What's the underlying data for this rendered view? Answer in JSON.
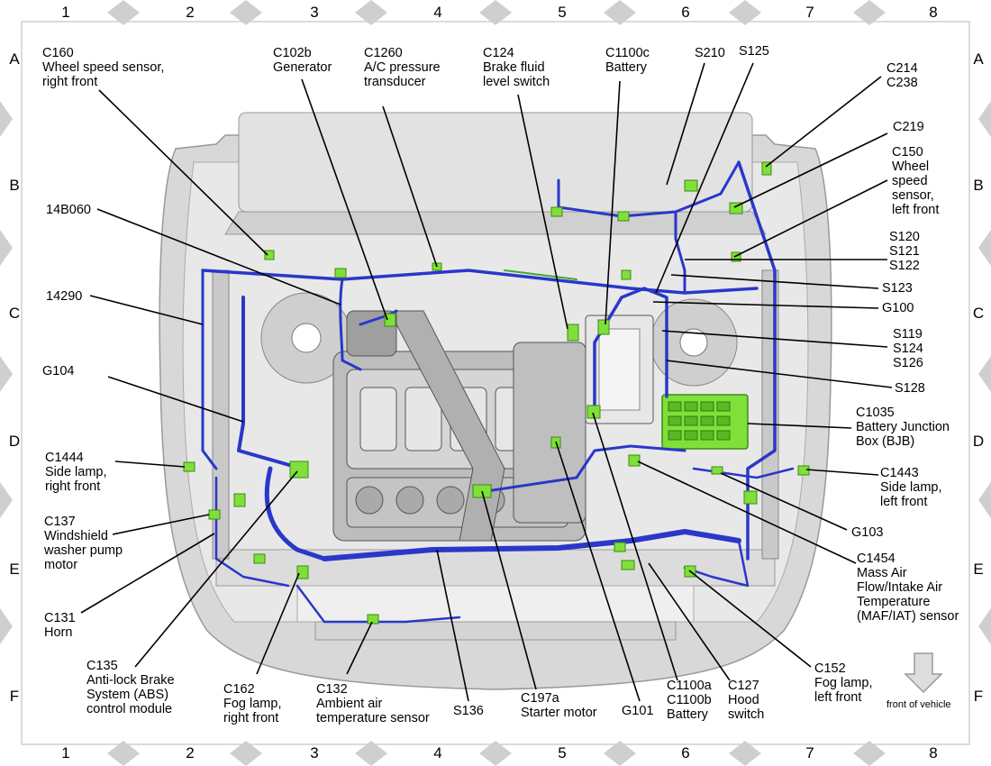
{
  "grid": {
    "columns": [
      "1",
      "2",
      "3",
      "4",
      "5",
      "6",
      "7",
      "8"
    ],
    "rows": [
      "A",
      "B",
      "C",
      "D",
      "E",
      "F"
    ]
  },
  "colors": {
    "harness": "#2a37c9",
    "connector": "#7fe03a",
    "body": "#d9d9d9",
    "body_dark": "#9a9a9a",
    "diamond": "#cfcfcf"
  },
  "callouts": {
    "c160": "C160\nWheel speed sensor,\nright front",
    "c102b": "C102b\nGenerator",
    "c1260": "C1260\nA/C pressure\ntransducer",
    "c124": "C124\nBrake fluid\nlevel switch",
    "c1100c": "C1100c\nBattery",
    "s210": "S210",
    "s125": "S125",
    "c214": "C214\nC238",
    "c219": "C219",
    "c150": "C150\nWheel\nspeed\nsensor,\nleft front",
    "n14b060": "14B060",
    "s120": "S120\nS121\nS122",
    "s123": "S123",
    "n14290": "14290",
    "g100": "G100",
    "s119": "S119\nS124\nS126",
    "g104": "G104",
    "s128": "S128",
    "c1035": "C1035\nBattery Junction\nBox (BJB)",
    "c1444": "C1444\nSide lamp,\nright front",
    "c1443": "C1443\nSide lamp,\nleft front",
    "c137": "C137\nWindshield\nwasher pump\nmotor",
    "g103": "G103",
    "c1454": "C1454\nMass Air\nFlow/Intake Air\nTemperature\n(MAF/IAT) sensor",
    "c131": "C131\nHorn",
    "c135": "C135\nAnti-lock Brake\nSystem (ABS)\ncontrol module",
    "c162": "C162\nFog lamp,\nright front",
    "c132": "C132\nAmbient air\ntemperature sensor",
    "s136": "S136",
    "c197a": "C197a\nStarter motor",
    "g101": "G101",
    "c1100a": "C1100a\nC1100b\nBattery",
    "c127": "C127\nHood\nswitch",
    "c152": "C152\nFog lamp,\nleft front"
  },
  "front_of_vehicle": "front of vehicle"
}
